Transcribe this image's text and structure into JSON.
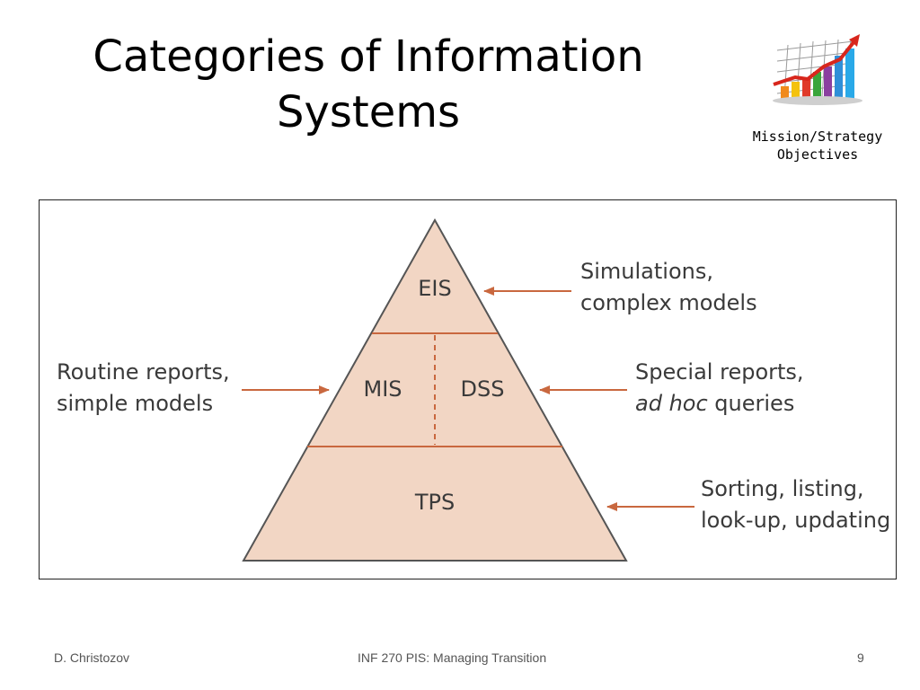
{
  "slide": {
    "title_line1": "Categories of Information",
    "title_line2": "Systems",
    "caption_line1": "Mission/Strategy",
    "caption_line2": "Objectives"
  },
  "pyramid": {
    "fill": "#f2d6c4",
    "stroke": "#c9683f",
    "outline": "#555555",
    "layers": {
      "top": "EIS",
      "middle_left": "MIS",
      "middle_right": "DSS",
      "bottom": "TPS"
    }
  },
  "annotations": {
    "eis_line1": "Simulations,",
    "eis_line2": "complex models",
    "mis_line1": "Routine reports,",
    "mis_line2": "simple models",
    "dss_line1": "Special reports,",
    "dss_line2_italic": "ad hoc",
    "dss_line2_rest": " queries",
    "tps_line1": "Sorting, listing,",
    "tps_line2": "look-up, updating"
  },
  "footer": {
    "author": "D. Christozov",
    "course": "INF 270 PIS: Managing Transition",
    "page": "9"
  }
}
